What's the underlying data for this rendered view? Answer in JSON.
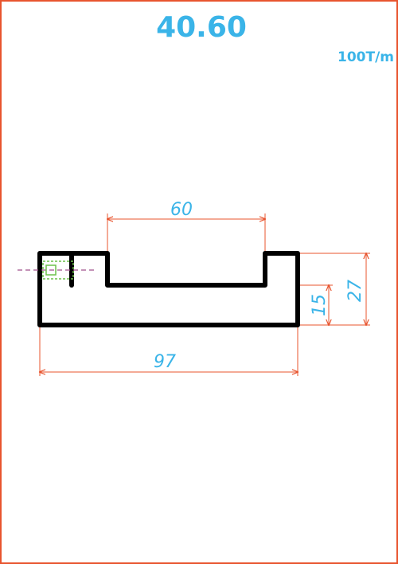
{
  "drawing": {
    "title": "40.60",
    "weight": "100T/m",
    "dimensions": {
      "top_opening": "60",
      "overall_width": "97",
      "inner_height": "15",
      "overall_height": "27"
    },
    "colors": {
      "border": "#e8542e",
      "title_text": "#3ab4e8",
      "dimension_line": "#e8542e",
      "dimension_text": "#3ab4e8",
      "profile": "#000000",
      "centerline": "#a0508c",
      "detail_marker": "#6cc04a"
    }
  }
}
